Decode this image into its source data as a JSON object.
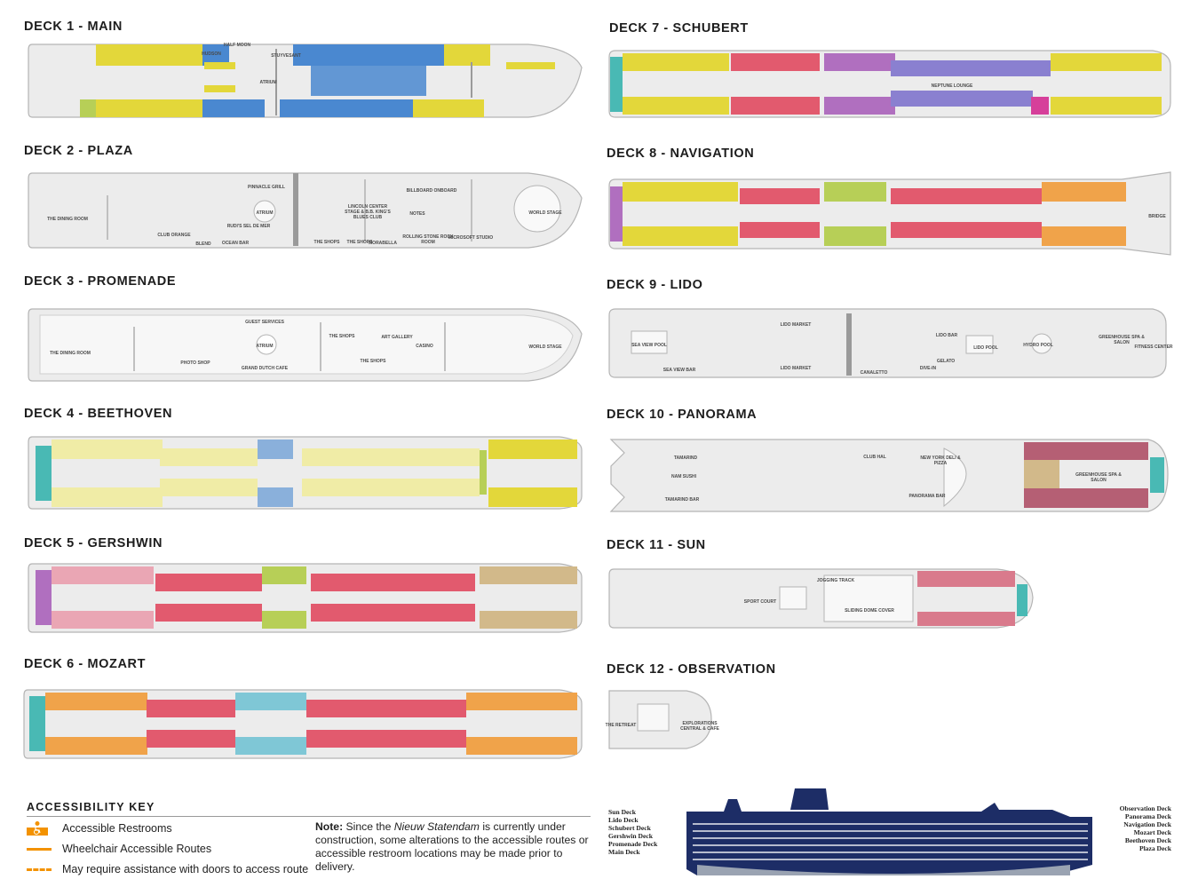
{
  "decks": {
    "d1": {
      "title": "DECK 1 - MAIN"
    },
    "d2": {
      "title": "DECK 2 - PLAZA"
    },
    "d3": {
      "title": "DECK 3 - PROMENADE"
    },
    "d4": {
      "title": "DECK 4 - BEETHOVEN"
    },
    "d5": {
      "title": "DECK 5 - GERSHWIN"
    },
    "d6": {
      "title": "DECK 6 - MOZART"
    },
    "d7": {
      "title": "DECK 7 - SCHUBERT"
    },
    "d8": {
      "title": "DECK 8 - NAVIGATION"
    },
    "d9": {
      "title": "DECK 9 - LIDO"
    },
    "d10": {
      "title": "DECK 10 - PANORAMA"
    },
    "d11": {
      "title": "DECK 11 - SUN"
    },
    "d12": {
      "title": "DECK 12 - OBSERVATION"
    }
  },
  "venues": {
    "d1": [
      "HALF MOON",
      "HUDSON",
      "STUYVESANT",
      "ATRIUM"
    ],
    "d2": [
      "THE DINING ROOM",
      "CLUB ORANGE",
      "BLEND",
      "OCEAN BAR",
      "PINNACLE GRILL",
      "ATRIUM",
      "RUDI'S SEL DE MER",
      "LINCOLN CENTER STAGE & B.B. KING'S BLUES CLUB",
      "BILLBOARD ONBOARD",
      "NOTES",
      "ROLLING STONE ROCK ROOM",
      "MICROSOFT STUDIO",
      "THE SHOPS",
      "THE SHOPS",
      "MORABELLA",
      "WORLD STAGE"
    ],
    "d3": [
      "THE DINING ROOM",
      "PHOTO SHOP",
      "GUEST SERVICES",
      "ATRIUM",
      "GRAND DUTCH CAFE",
      "THE SHOPS",
      "THE SHOPS",
      "ART GALLERY",
      "CASINO",
      "WORLD STAGE"
    ],
    "d7": [
      "NEPTUNE LOUNGE"
    ],
    "d8": [
      "BRIDGE"
    ],
    "d9": [
      "SEA VIEW POOL",
      "SEA VIEW BAR",
      "LIDO MARKET",
      "LIDO MARKET",
      "CANALETTO",
      "LIDO BAR",
      "GELATO",
      "DIVE-IN",
      "LIDO POOL",
      "HYDRO POOL",
      "GREENHOUSE SPA & SALON",
      "FITNESS CENTER"
    ],
    "d10": [
      "TAMARIND",
      "NAM SUSHI",
      "TAMARIND BAR",
      "CLUB HAL",
      "NEW YORK DELI & PIZZA",
      "PANORAMA BAR",
      "GREENHOUSE SPA & SALON"
    ],
    "d11": [
      "SPORT COURT",
      "JOGGING TRACK",
      "SLIDING DOME COVER"
    ],
    "d12": [
      "THE RETREAT",
      "EXPLORATIONS CENTRAL & CAFE"
    ]
  },
  "key": {
    "title": "ACCESSIBILITY KEY",
    "items": [
      {
        "label": "Accessible Restrooms",
        "icon": "accessible-restroom-icon"
      },
      {
        "label": "Wheelchair Accessible Routes",
        "icon": "solid-orange-line"
      },
      {
        "label": "May require assistance with doors to access route",
        "icon": "dashed-orange-line"
      }
    ],
    "note_label": "Note:",
    "note_pre": "Since the ",
    "note_ship": "Nieuw Statendam",
    "note_post": " is currently under construction, some alterations to the accessible routes or accessible restroom locations may be made prior to delivery."
  },
  "profile": {
    "left_labels": [
      "Sun Deck",
      "Lido Deck",
      "Schubert Deck",
      "Gershwin Deck",
      "Promenade Deck",
      "Main Deck"
    ],
    "right_labels": [
      "Observation Deck",
      "Panorama Deck",
      "Navigation Deck",
      "Mozart Deck",
      "Beethoven Deck",
      "Plaza Deck"
    ]
  },
  "colors": {
    "orange": "#f39200",
    "hull_navy": "#1d2d66",
    "yellow": "#e3d73a",
    "blue": "#4a88d0",
    "green": "#b7cf57",
    "red": "#e25a6e",
    "purple": "#b06fbf",
    "pink": "#eaa6b4",
    "teal": "#49b9b4",
    "tan": "#d2b98a",
    "light_yellow": "#f0eca6"
  }
}
